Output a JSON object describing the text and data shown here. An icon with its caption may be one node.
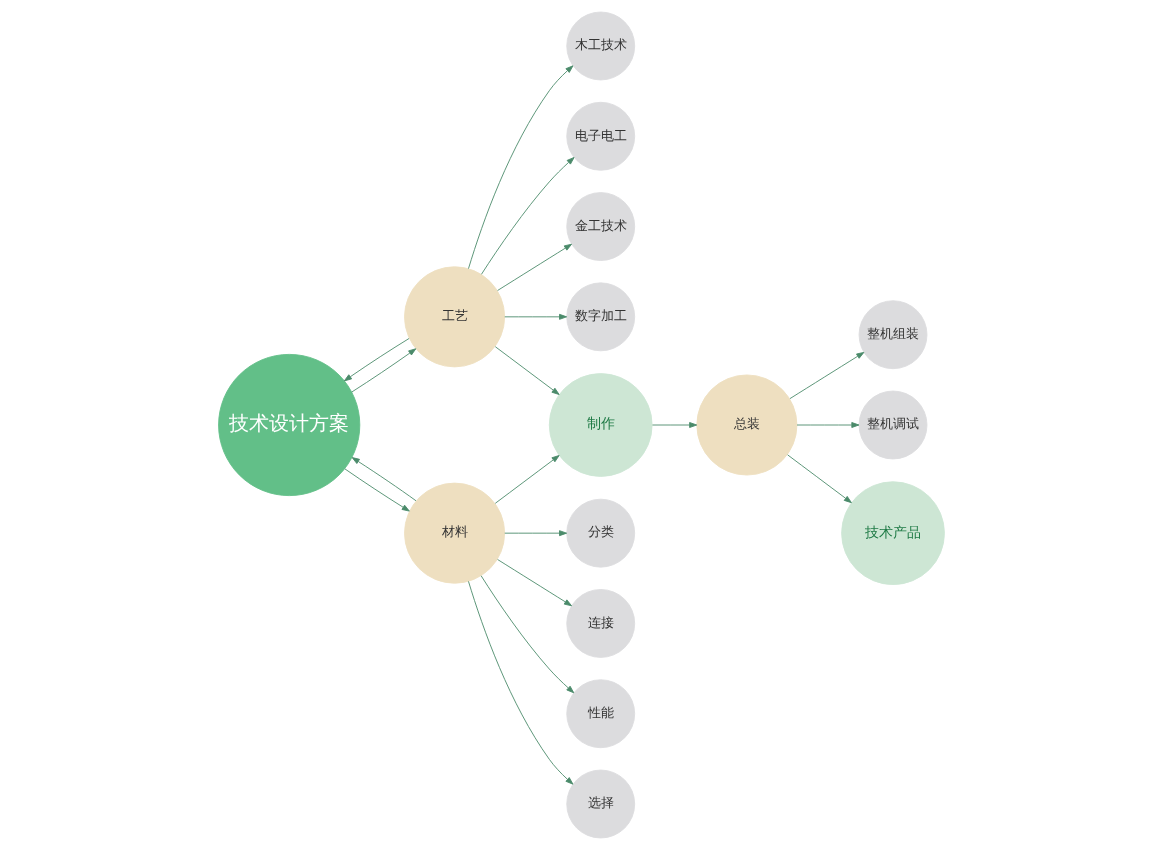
{
  "diagram": {
    "nodes": [
      {
        "text": [
          "技术设计方案"
        ]
      },
      {
        "text": [
          "工艺"
        ]
      },
      {
        "text": [
          "材料"
        ]
      },
      {
        "text": [
          "木工技术"
        ]
      },
      {
        "text": [
          "电子电工"
        ]
      },
      {
        "text": [
          "金工技术"
        ]
      },
      {
        "text": [
          "数字加工"
        ]
      },
      {
        "text": [
          "分类"
        ]
      },
      {
        "text": [
          "连接"
        ]
      },
      {
        "text": [
          "性能"
        ]
      },
      {
        "text": [
          "选择"
        ]
      },
      {
        "text": [
          "制作"
        ]
      },
      {
        "text": [
          "总装"
        ]
      },
      {
        "text": [
          "整机组装"
        ]
      },
      {
        "text": [
          "整机调试"
        ]
      },
      {
        "text": [
          "技术产品"
        ]
      }
    ],
    "edges": [
      {
        "from": 1,
        "to": 0,
        "arrow": "to"
      },
      {
        "from": 0,
        "to": 1,
        "arrow": "to"
      },
      {
        "from": 0,
        "to": 2,
        "arrow": "to"
      },
      {
        "from": 2,
        "to": 0,
        "arrow": "to"
      },
      {
        "from": 1,
        "to": 3,
        "arrow": "to"
      },
      {
        "from": 1,
        "to": 4,
        "arrow": "to"
      },
      {
        "from": 1,
        "to": 5,
        "arrow": "to"
      },
      {
        "from": 1,
        "to": 6,
        "arrow": "to"
      },
      {
        "from": 2,
        "to": 7,
        "arrow": "to"
      },
      {
        "from": 2,
        "to": 8,
        "arrow": "to"
      },
      {
        "from": 2,
        "to": 9,
        "arrow": "to"
      },
      {
        "from": 2,
        "to": 10,
        "arrow": "to"
      },
      {
        "from": 1,
        "to": 11,
        "arrow": "to"
      },
      {
        "from": 2,
        "to": 11,
        "arrow": "to"
      },
      {
        "from": 11,
        "to": 12,
        "arrow": "to"
      },
      {
        "from": 12,
        "to": 13,
        "arrow": "to"
      },
      {
        "from": 12,
        "to": 14,
        "arrow": "to"
      },
      {
        "from": 12,
        "to": 15,
        "arrow": "to"
      }
    ]
  }
}
